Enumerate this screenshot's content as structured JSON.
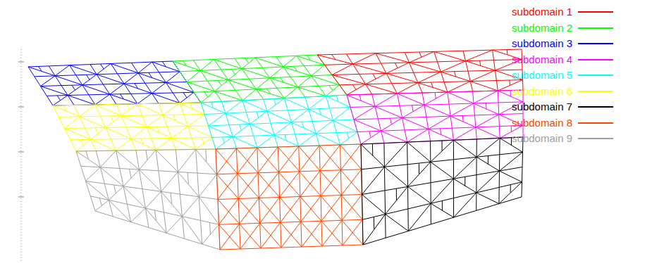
{
  "diagram": {
    "legend": [
      {
        "text": "subdomain 1",
        "color": "#ff0000"
      },
      {
        "text": "subdomain 2",
        "color": "#00ff00"
      },
      {
        "text": "subdomain 3",
        "color": "#0000ff"
      },
      {
        "text": "subdomain 4",
        "color": "#ff00ff"
      },
      {
        "text": "subdomain 5",
        "color": "#00ffff"
      },
      {
        "text": "subdomain 6",
        "color": "#ffff00"
      },
      {
        "text": "subdomain 7",
        "color": "#000000"
      },
      {
        "text": "subdomain 8",
        "color": "#ff4500"
      },
      {
        "text": "subdomain 9",
        "color": "#a0a0a0"
      }
    ]
  }
}
